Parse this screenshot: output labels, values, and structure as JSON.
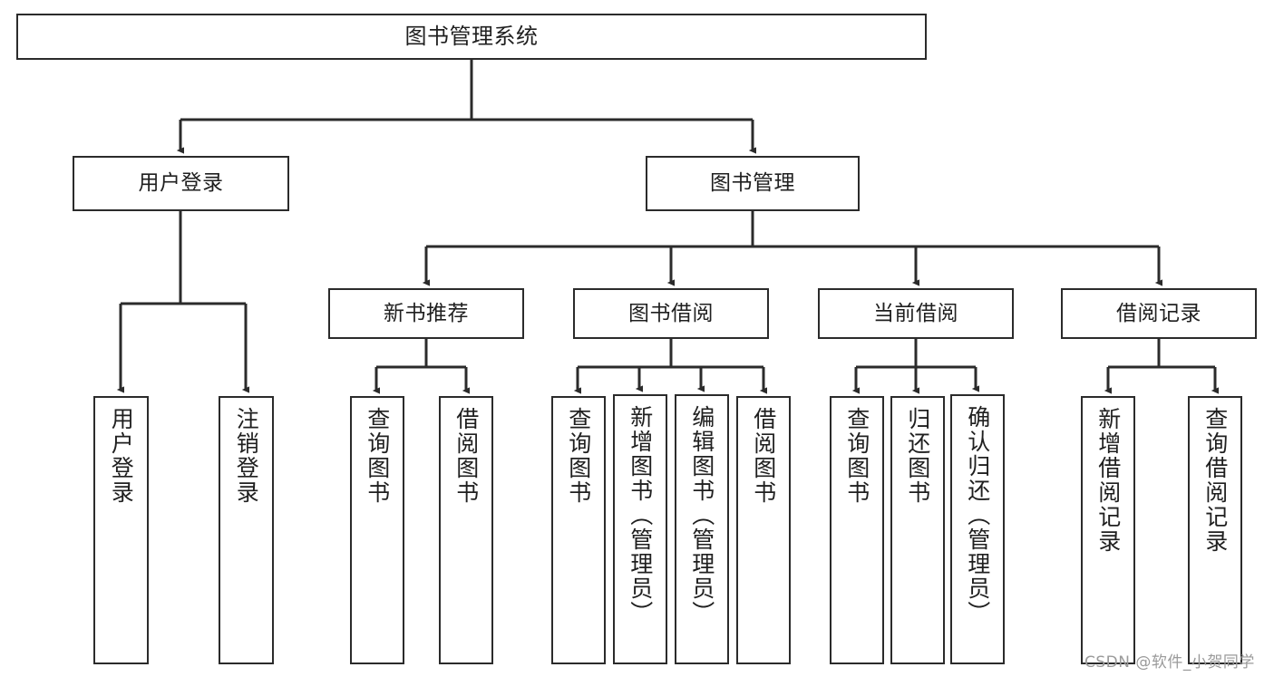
{
  "diagram": {
    "title": "图书管理系统",
    "watermark": "CSDN @软件_小贺同学",
    "colors": {
      "background": "#ffffff",
      "stroke": "#2b2b2b",
      "text": "#1f1f1f",
      "watermark": "#9a9a9a"
    },
    "nodes": {
      "root": {
        "label": "图书管理系统"
      },
      "level1": [
        {
          "id": "user-login",
          "label": "用户登录"
        },
        {
          "id": "book-manage",
          "label": "图书管理"
        }
      ],
      "level2": [
        {
          "id": "new-book-recommend",
          "label": "新书推荐"
        },
        {
          "id": "book-borrow",
          "label": "图书借阅"
        },
        {
          "id": "current-borrow",
          "label": "当前借阅"
        },
        {
          "id": "borrow-record",
          "label": "借阅记录"
        }
      ],
      "leaves": [
        {
          "id": "leaf-user-login",
          "label": "用户登录"
        },
        {
          "id": "leaf-logout-login",
          "label": "注销登录"
        },
        {
          "id": "leaf-query-book-1",
          "label": "查询图书"
        },
        {
          "id": "leaf-borrow-book-1",
          "label": "借阅图书"
        },
        {
          "id": "leaf-query-book-2",
          "label": "查询图书"
        },
        {
          "id": "leaf-add-book-admin",
          "label": "新增图书（管理员）"
        },
        {
          "id": "leaf-edit-book-admin",
          "label": "编辑图书（管理员）"
        },
        {
          "id": "leaf-borrow-book-2",
          "label": "借阅图书"
        },
        {
          "id": "leaf-query-book-3",
          "label": "查询图书"
        },
        {
          "id": "leaf-return-book",
          "label": "归还图书"
        },
        {
          "id": "leaf-confirm-return-admin",
          "label": "确认归还（管理员）"
        },
        {
          "id": "leaf-add-borrow-record",
          "label": "新增借阅记录"
        },
        {
          "id": "leaf-query-borrow-record",
          "label": "查询借阅记录"
        }
      ]
    }
  }
}
